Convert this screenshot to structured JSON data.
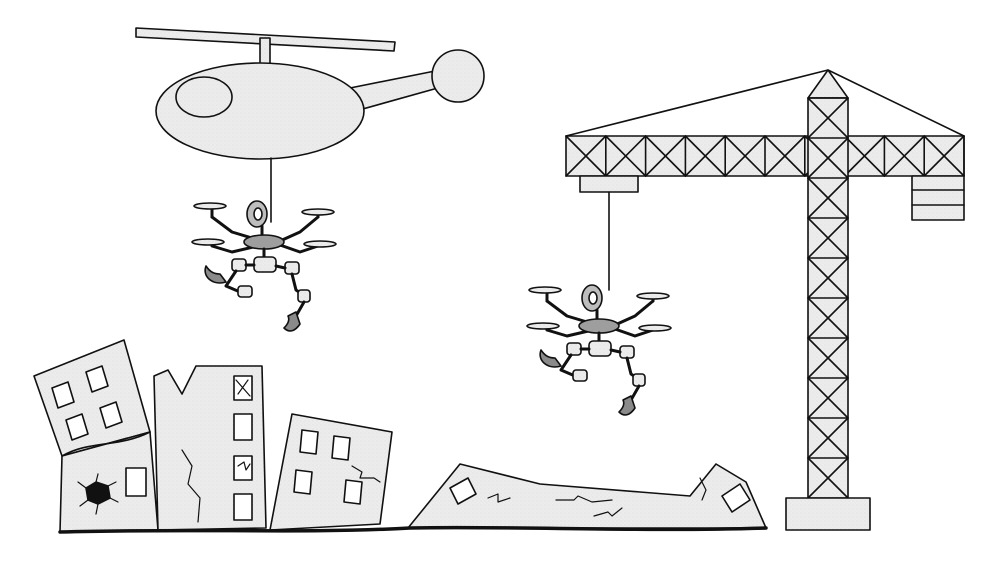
{
  "scene": {
    "background": "#ffffff",
    "fill_color": "#ececec",
    "stroke_color": "#111111",
    "elements": [
      {
        "id": "helicopter",
        "icon": "helicopter-icon"
      },
      {
        "id": "drone-under-helicopter",
        "icon": "drone-icon"
      },
      {
        "id": "tower-crane",
        "icon": "crane-icon"
      },
      {
        "id": "drone-under-crane",
        "icon": "drone-icon"
      },
      {
        "id": "collapsed-buildings",
        "icon": "ruined-building-icon"
      }
    ]
  }
}
